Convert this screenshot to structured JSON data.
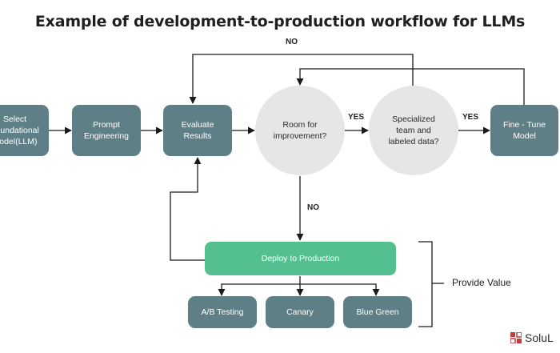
{
  "title": "Example of development-to-production workflow for LLMs",
  "nodes": {
    "select_model": "Select\nFoundational\nModel(LLM)",
    "prompt_engineering": "Prompt\nEngineering",
    "evaluate_results": "Evaluate\nResults",
    "room_for_improvement": "Room for\nimprovement?",
    "specialized_team": "Specialized\nteam and\nlabeled data?",
    "fine_tune": "Fine - Tune\nModel",
    "deploy": "Deploy to Production",
    "ab_testing": "A/B Testing",
    "canary": "Canary",
    "blue_green": "Blue Green"
  },
  "edge_labels": {
    "no_top": "NO",
    "yes_improve": "YES",
    "yes_specialized": "YES",
    "no_down": "NO"
  },
  "provide_value": "Provide Value",
  "logo_text": "SoluL",
  "colors": {
    "box": "#5f7f86",
    "deploy": "#55c08f",
    "decision": "#e7e6e4",
    "line": "#1a1a1a",
    "logo": "#c43d3d"
  }
}
